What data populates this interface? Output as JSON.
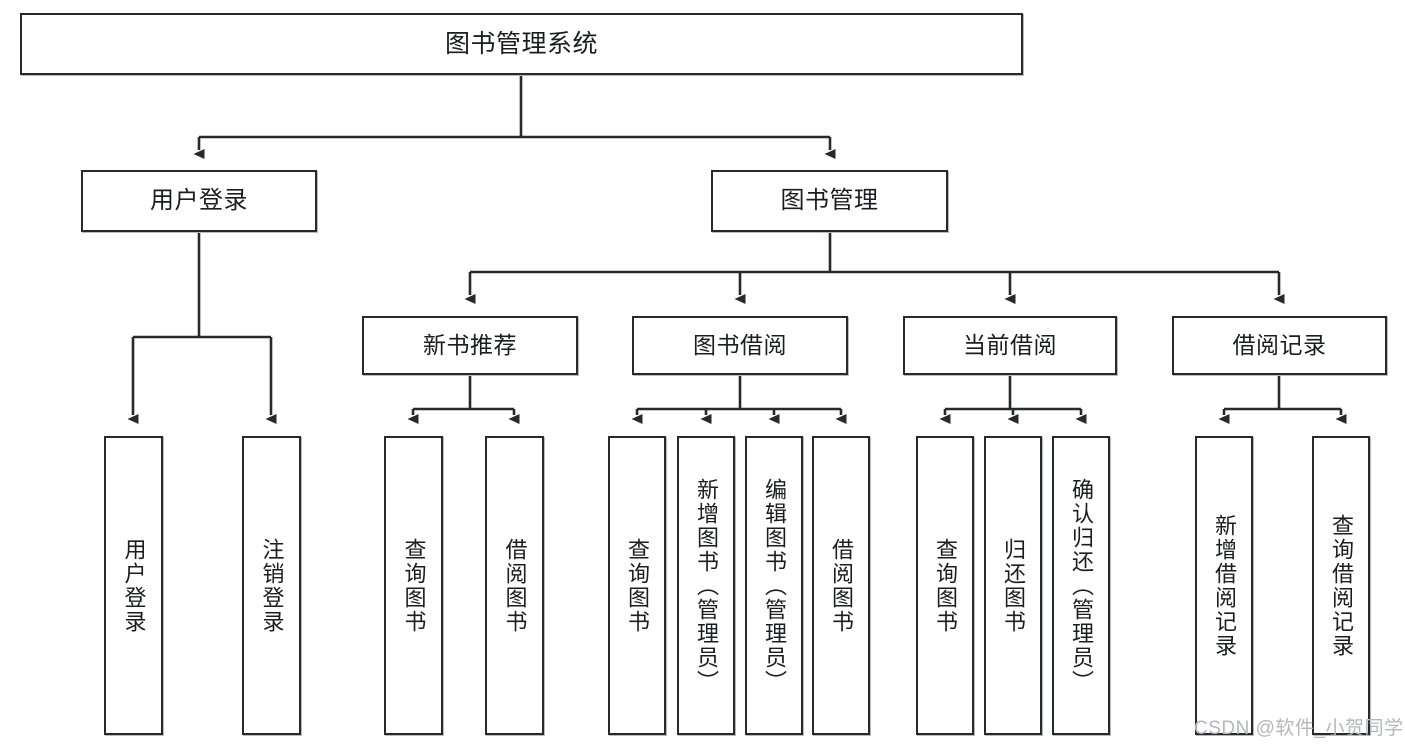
{
  "diagram": {
    "title": "图书管理系统",
    "type": "tree-hierarchy",
    "colors": {
      "box_border": "#27292e",
      "box_fill": "#ffffff",
      "connector": "#27292e",
      "text": "#1c1d20",
      "watermark": "#b6b7ba",
      "background": "#ffffff"
    },
    "root": {
      "label": "图书管理系统"
    },
    "level2": [
      {
        "id": "user-login",
        "label": "用户登录"
      },
      {
        "id": "book-management",
        "label": "图书管理"
      }
    ],
    "level3": [
      {
        "id": "new-book-recommend",
        "label": "新书推荐",
        "parent": "book-management"
      },
      {
        "id": "book-borrow",
        "label": "图书借阅",
        "parent": "book-management"
      },
      {
        "id": "current-borrow",
        "label": "当前借阅",
        "parent": "book-management"
      },
      {
        "id": "borrow-record",
        "label": "借阅记录",
        "parent": "book-management"
      }
    ],
    "leaves": {
      "user-login": [
        {
          "id": "leaf-user-login",
          "label": "用户登录"
        },
        {
          "id": "leaf-logout-login",
          "label": "注销登录"
        }
      ],
      "new-book-recommend": [
        {
          "id": "leaf-query-book-1",
          "label": "查询图书"
        },
        {
          "id": "leaf-borrow-book-1",
          "label": "借阅图书"
        }
      ],
      "book-borrow": [
        {
          "id": "leaf-query-book-2",
          "label": "查询图书"
        },
        {
          "id": "leaf-add-book",
          "label": "新增图书（管理员）"
        },
        {
          "id": "leaf-edit-book",
          "label": "编辑图书（管理员）"
        },
        {
          "id": "leaf-borrow-book-2",
          "label": "借阅图书"
        }
      ],
      "current-borrow": [
        {
          "id": "leaf-query-book-3",
          "label": "查询图书"
        },
        {
          "id": "leaf-return-book",
          "label": "归还图书"
        },
        {
          "id": "leaf-confirm-return",
          "label": "确认归还（管理员）"
        }
      ],
      "borrow-record": [
        {
          "id": "leaf-add-record",
          "label": "新增借阅记录"
        },
        {
          "id": "leaf-query-record",
          "label": "查询借阅记录"
        }
      ]
    }
  },
  "watermark": {
    "text": "CSDN @软件_小贺同学"
  }
}
